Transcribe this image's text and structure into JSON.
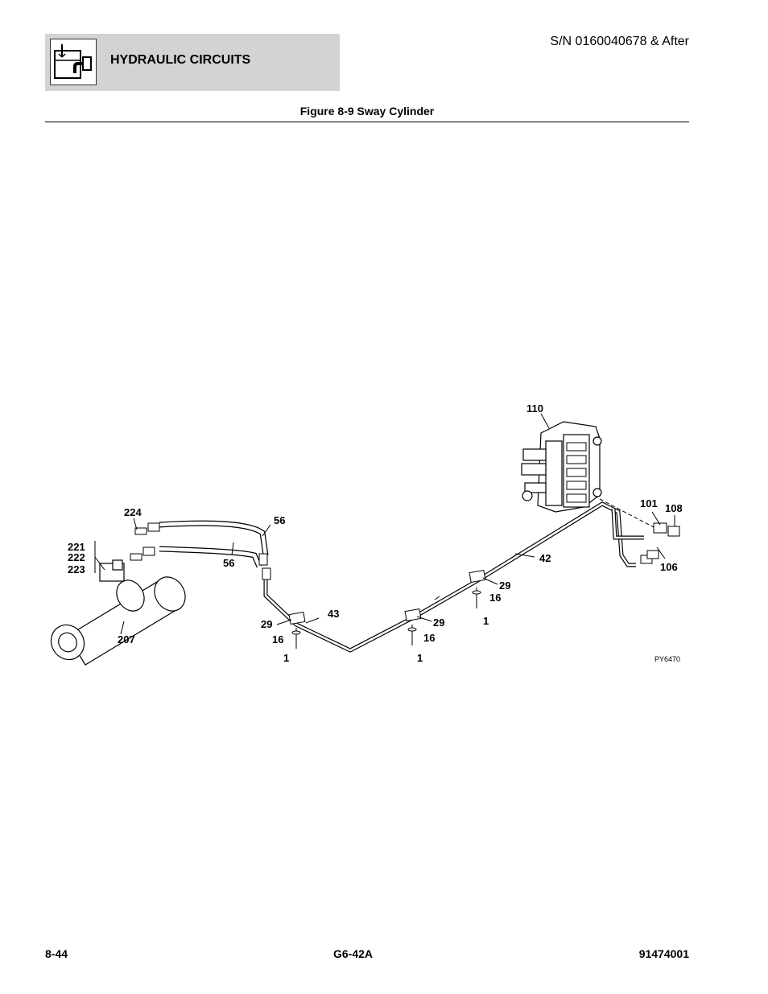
{
  "header": {
    "section_title": "HYDRAULIC CIRCUITS",
    "serial": "S/N 0160040678 & After",
    "icon": "hydraulic-reservoir-icon"
  },
  "figure": {
    "title": "Figure 8-9 Sway Cylinder",
    "code": "PY6470",
    "callouts": [
      "110",
      "101",
      "108",
      "224",
      "56",
      "221",
      "222",
      "223",
      "56",
      "106",
      "42",
      "29",
      "16",
      "1",
      "29",
      "43",
      "29",
      "16",
      "16",
      "1",
      "1",
      "207"
    ]
  },
  "footer": {
    "page": "8-44",
    "model": "G6-42A",
    "doc_number": "91474001"
  }
}
